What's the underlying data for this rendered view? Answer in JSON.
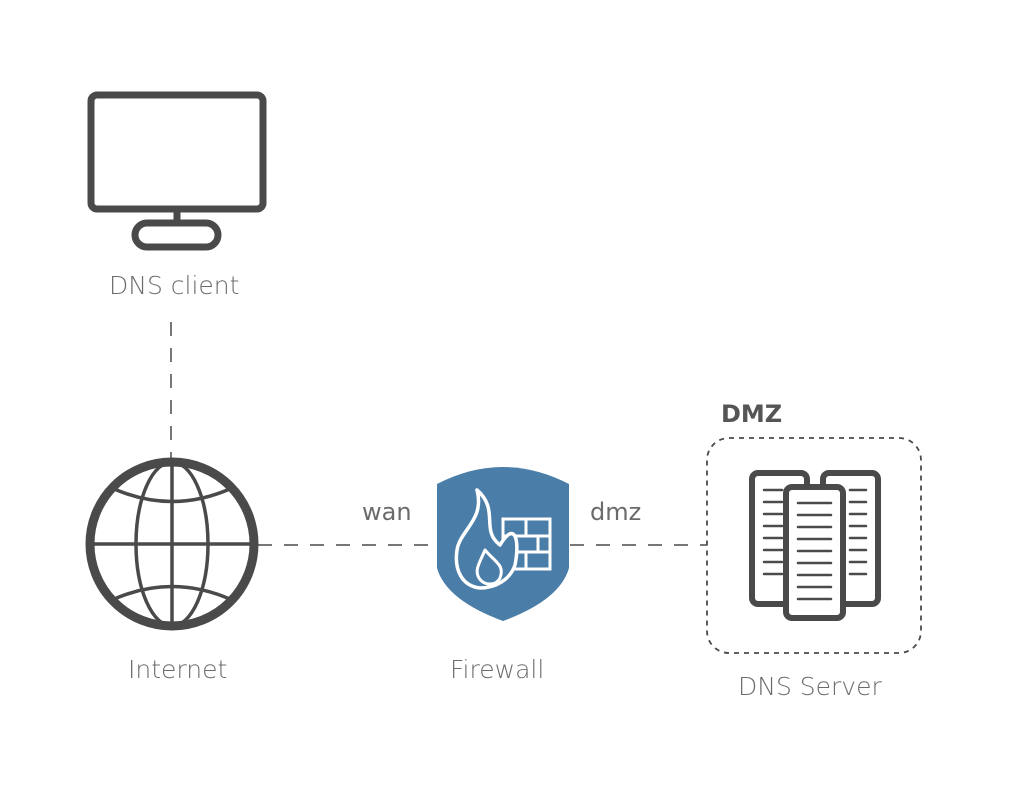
{
  "nodes": {
    "client": {
      "label": "DNS client",
      "icon": "monitor-icon"
    },
    "internet": {
      "label": "Internet",
      "icon": "globe-icon"
    },
    "firewall": {
      "label": "Firewall",
      "icon": "firewall-shield-icon"
    },
    "server": {
      "label": "DNS Server",
      "icon": "server-rack-icon"
    }
  },
  "zone": {
    "label": "DMZ"
  },
  "edges": {
    "wan": "wan",
    "dmz": "dmz"
  },
  "colors": {
    "icon_stroke": "#4a4a4a",
    "label": "#6b6b6b",
    "firewall_fill": "#4a7ea8",
    "link": "#4a4a4a"
  }
}
